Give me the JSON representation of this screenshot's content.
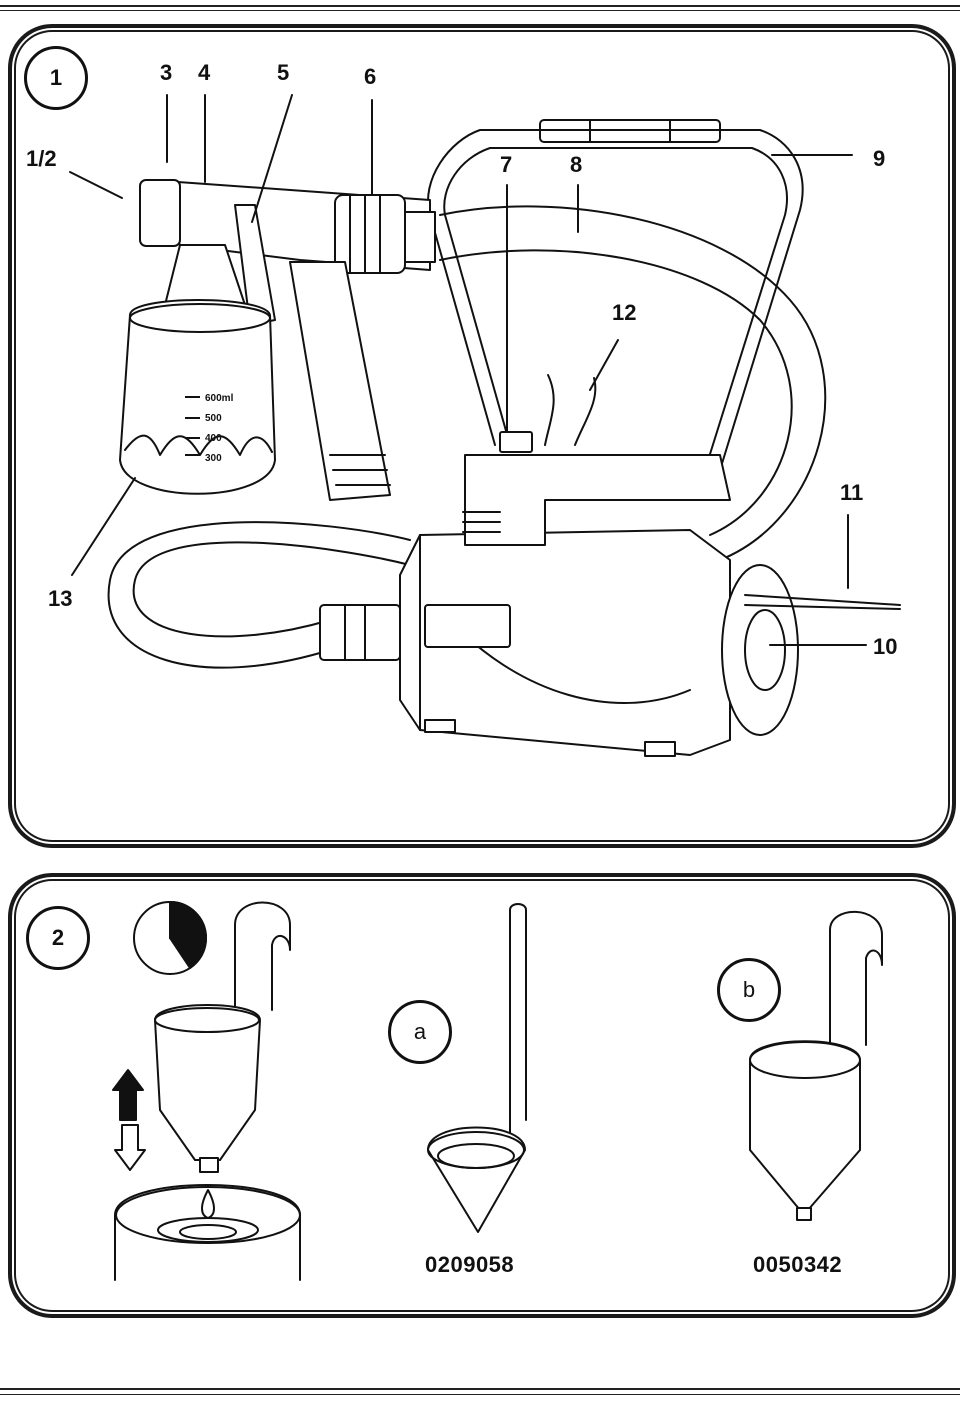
{
  "figure1": {
    "number": "1",
    "callouts": {
      "c1_2": "1/2",
      "c3": "3",
      "c4": "4",
      "c5": "5",
      "c6": "6",
      "c7": "7",
      "c8": "8",
      "c9": "9",
      "c10": "10",
      "c11": "11",
      "c12": "12",
      "c13": "13"
    },
    "cup_scale": [
      "600ml",
      "500",
      "400",
      "300"
    ]
  },
  "figure2": {
    "number": "2",
    "variant_a": {
      "letter": "a",
      "code": "0209058"
    },
    "variant_b": {
      "letter": "b",
      "code": "0050342"
    }
  }
}
